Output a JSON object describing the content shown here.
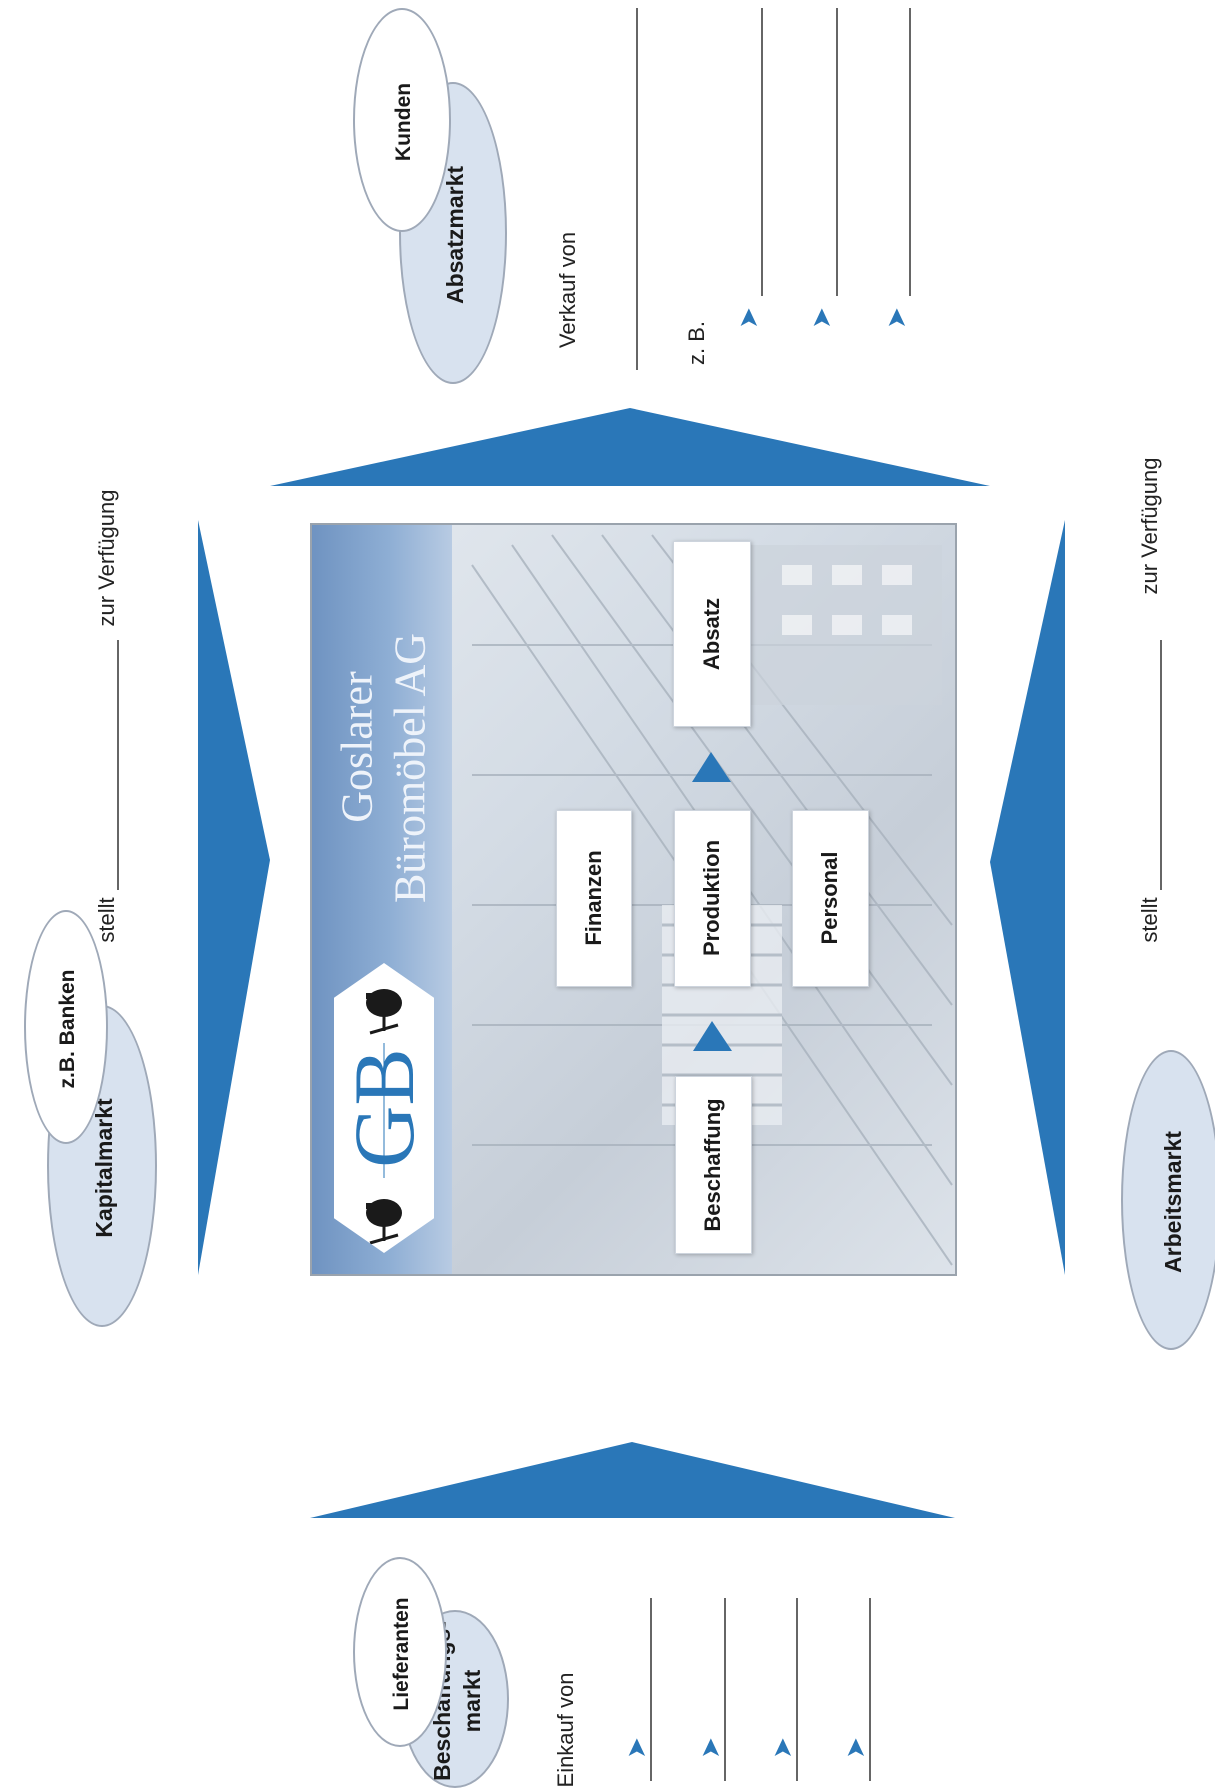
{
  "colors": {
    "arrow": "#2a77b8",
    "ellipse_fill": "#d8e2ef",
    "ellipse_border": "#9fa9b8",
    "banner": "#7c9dc6"
  },
  "company": {
    "logo_letters": "GB",
    "line1": "Goslarer",
    "line2": "Büromöbel AG"
  },
  "departments": {
    "procurement": "Beschaffung",
    "finance": "Finanzen",
    "production": "Produktion",
    "personnel": "Personal",
    "sales": "Absatz"
  },
  "markets": {
    "capital": "Kapitalmarkt",
    "capital_example": "z.B. Banken",
    "procurement_line1": "Beschaffungs-",
    "procurement_line2": "markt",
    "suppliers": "Lieferanten",
    "sales": "Absatzmarkt",
    "customers": "Kunden",
    "labor": "Arbeitsmarkt"
  },
  "phrases": {
    "capital_provides": "stellt",
    "capital_available": "zur Verfügung",
    "labor_provides": "stellt",
    "labor_available": "zur Verfügung",
    "purchase_of": "Einkauf von",
    "sale_of": "Verkauf von",
    "example": "z. B."
  },
  "icons": {
    "bullet": "arrowhead-icon"
  }
}
